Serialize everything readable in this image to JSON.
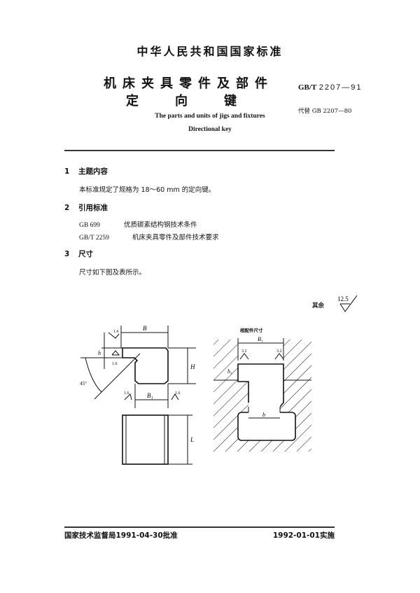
{
  "header": {
    "national_standard": "中华人民共和国国家标准",
    "title_cn_line1": "机床夹具零件及部件",
    "title_cn_line2": [
      "定",
      "向",
      "键"
    ],
    "title_en_line1": "The parts and units of jigs and fixtures",
    "title_en_line2": "Directional key",
    "standard_prefix": "GB/T",
    "standard_number": "2207—91",
    "replaces": "代替 GB 2207—80"
  },
  "sections": [
    {
      "number": "1",
      "title": "主题内容",
      "text": "本标准规定了规格为 18～60 mm 的定向键。"
    },
    {
      "number": "2",
      "title": "引用标准",
      "references": [
        {
          "code": "GB 699",
          "title": "优质碳素结构钢技术条件"
        },
        {
          "code": "GB/T 2259",
          "title": "机床夹具零件及部件技术要求"
        }
      ]
    },
    {
      "number": "3",
      "title": "尺寸",
      "text": "尺寸如下图及表所示。"
    }
  ],
  "drawing": {
    "roughness_rest_label": "其余",
    "roughness_rest_value": "12.5",
    "left_view": {
      "dim_B": "B",
      "dim_B1": "B₁",
      "dim_H": "H",
      "dim_h": "h",
      "dim_L": "L",
      "angle": "45°",
      "roughness_values": [
        "1.6",
        "1.6",
        "1.6",
        "1.6"
      ]
    },
    "right_view": {
      "caption": "相配件尺寸",
      "dim_B1": "B₁",
      "dim_h1": "h₁",
      "dim_b": "b",
      "roughness_values": [
        "3.2",
        "3.2"
      ]
    }
  },
  "footer": {
    "approval": "国家技术监督局1991-04-30批准",
    "implementation": "1992-01-01实施"
  }
}
